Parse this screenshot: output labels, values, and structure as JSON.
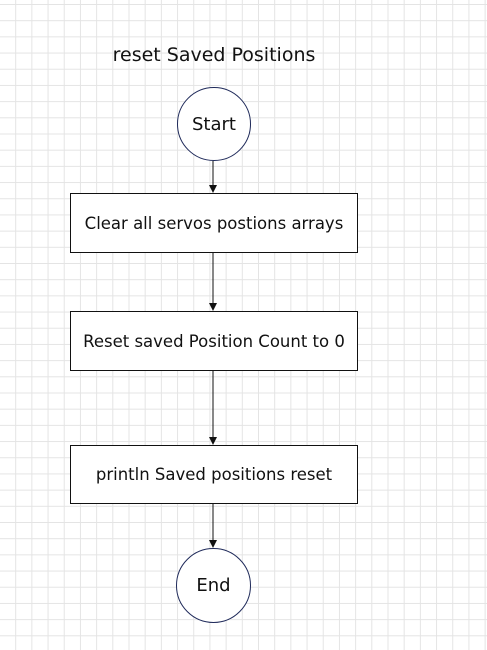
{
  "diagram": {
    "title": "reset Saved Positions",
    "nodes": [
      {
        "id": "start",
        "shape": "circle",
        "label": "Start"
      },
      {
        "id": "clear",
        "shape": "rect",
        "label": "Clear all servos postions arrays"
      },
      {
        "id": "reset",
        "shape": "rect",
        "label": "Reset saved Position Count to 0"
      },
      {
        "id": "print",
        "shape": "rect",
        "label": "println Saved positions reset"
      },
      {
        "id": "end",
        "shape": "circle",
        "label": "End"
      }
    ],
    "edges": [
      {
        "from": "start",
        "to": "clear"
      },
      {
        "from": "clear",
        "to": "reset"
      },
      {
        "from": "reset",
        "to": "print"
      },
      {
        "from": "print",
        "to": "end"
      }
    ],
    "colors": {
      "node_border": "#1f2a5a",
      "line": "#111111",
      "grid": "#e4e4e4"
    }
  }
}
